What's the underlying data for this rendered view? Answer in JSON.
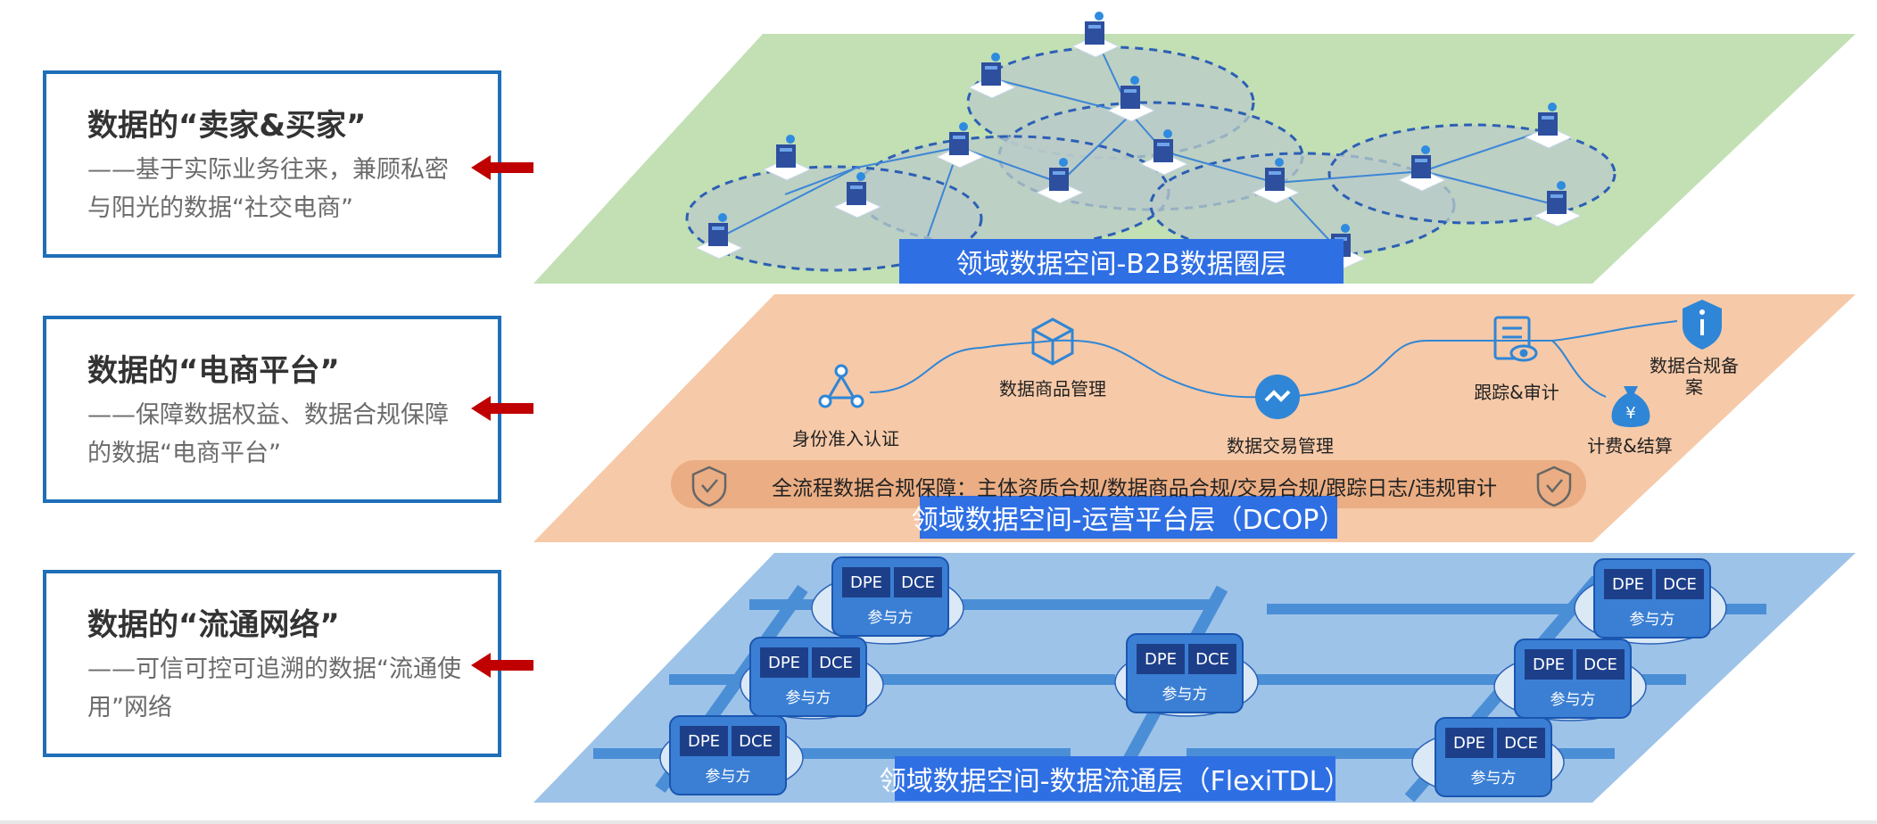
{
  "side_boxes": [
    {
      "title": "数据的“卖家&买家”",
      "subtitle": "——基于实际业务往来，兼顾私密与阳光的数据“社交电商”"
    },
    {
      "title": "数据的“电商平台”",
      "subtitle": "——保障数据权益、数据合规保障的数据“电商平台”"
    },
    {
      "title": "数据的“流通网络”",
      "subtitle": "——可信可控可追溯的数据“流通使用”网络"
    }
  ],
  "layers": {
    "top": {
      "label": "领域数据空间-B2B数据圈层",
      "color": "#c2e0b4"
    },
    "middle": {
      "label": "领域数据空间-运营平台层（DCOP）",
      "color": "#f6c9a8"
    },
    "bottom": {
      "label": "领域数据空间-数据流通层（FlexiTDL）",
      "color": "#9ec3e8"
    }
  },
  "platform_nodes": {
    "identity": "身份准入认证",
    "product": "数据商品管理",
    "trade": "数据交易管理",
    "audit": "跟踪&审计",
    "compliance": "数据合规备案",
    "billing": "计费&结算"
  },
  "compliance_band": "全流程数据合规保障：主体资质合规/数据商品合规/交易合规/跟踪日志/违规审计",
  "participant": {
    "dpe": "DPE",
    "dce": "DCE",
    "label": "参与方"
  },
  "colors": {
    "label_blue": "#2f6fe4",
    "accent_red": "#c00000",
    "box_border": "#1f6fb8"
  }
}
